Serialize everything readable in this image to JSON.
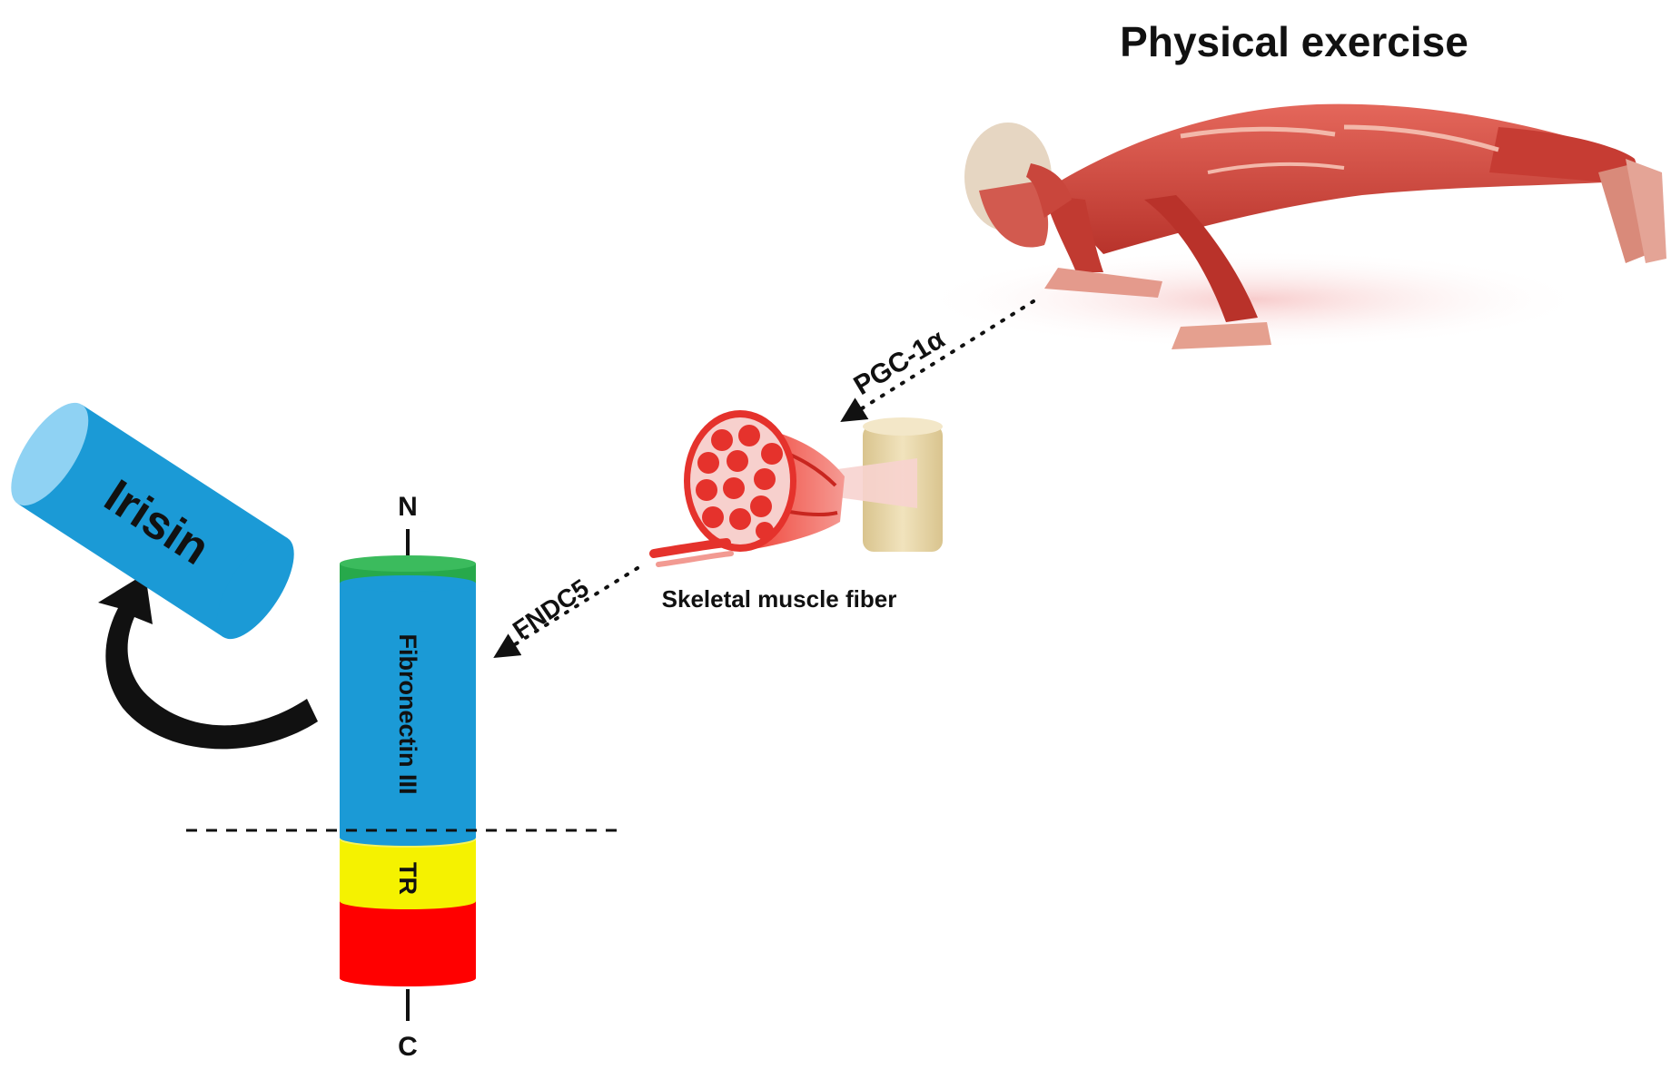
{
  "title": "Physical exercise",
  "labels": {
    "pgc": "PGC-1α",
    "muscle": "Skeletal muscle fiber",
    "fndc5": "FNDC5",
    "irisin": "Irisin",
    "fibronectin": "Fibronectin III",
    "tr": "TR",
    "n_terminal": "N",
    "c_terminal": "C"
  },
  "colors": {
    "fibronectin_domain": "#1b9ad6",
    "signal_cap": "#27a94b",
    "tr_domain": "#f5f200",
    "c_domain": "#ff0000",
    "irisin": "#1b9ad6",
    "muscle": "#e8322d",
    "tendon": "#e8d6a6",
    "body_muscle": "#d94a3e"
  }
}
